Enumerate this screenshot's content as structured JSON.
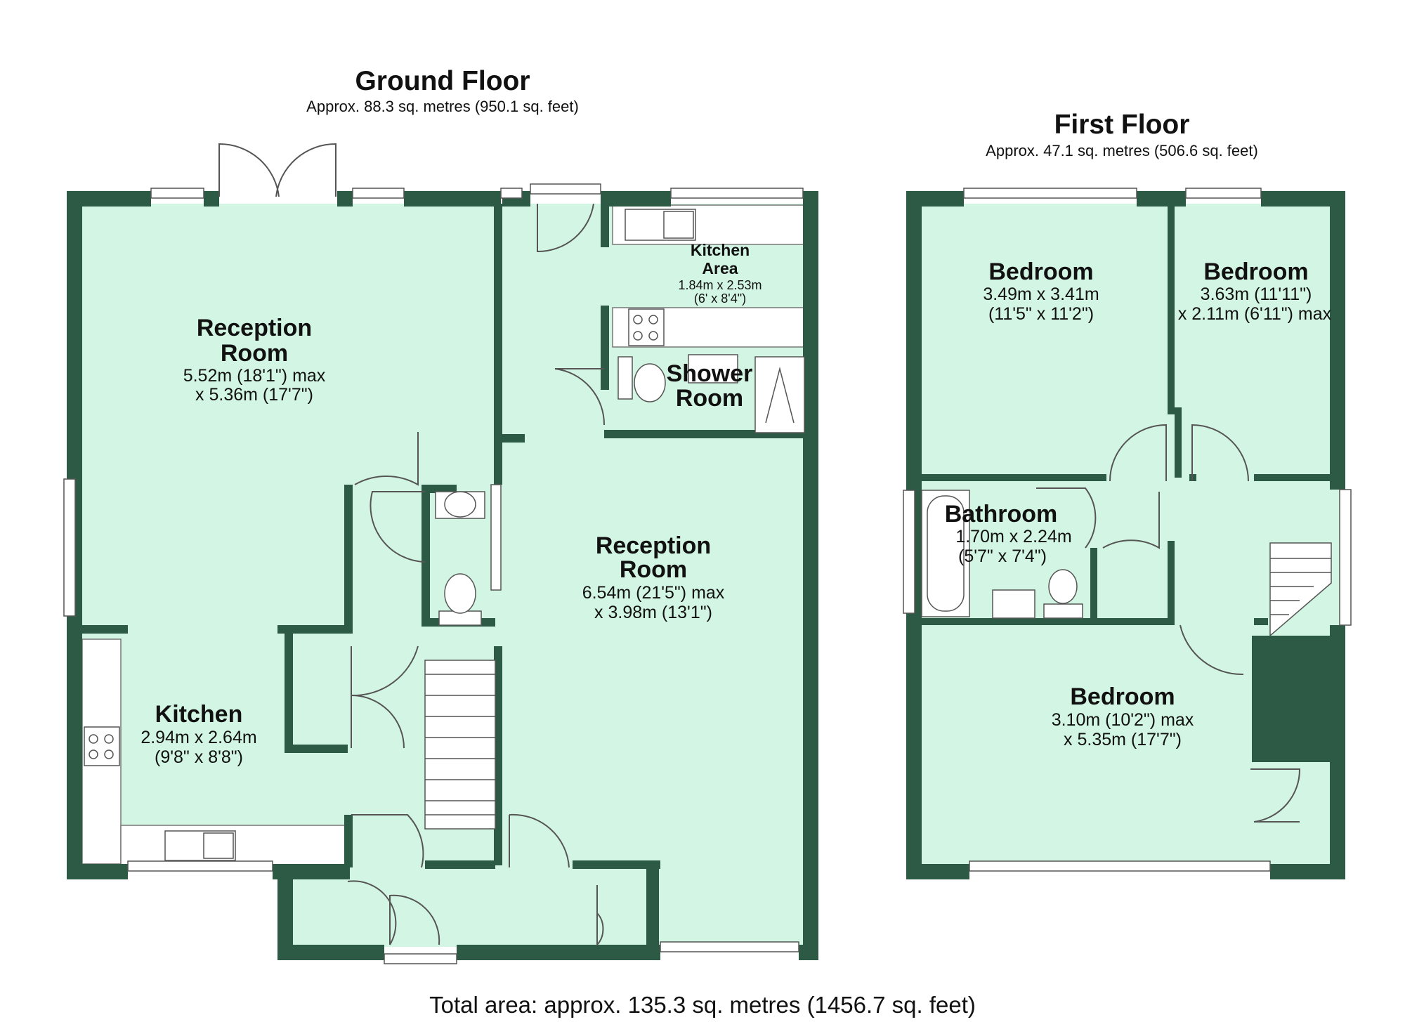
{
  "ground_floor": {
    "title": "Ground Floor",
    "area": "Approx. 88.3 sq. metres (950.1 sq. feet)",
    "rooms": {
      "reception_room_1": {
        "name_line1": "Reception",
        "name_line2": "Room",
        "dim_line1": "5.52m (18'1\") max",
        "dim_line2": "x 5.36m (17'7\")"
      },
      "kitchen_area": {
        "name_line1": "Kitchen",
        "name_line2": "Area",
        "dim_line1": "1.84m x 2.53m",
        "dim_line2": "(6' x 8'4\")"
      },
      "shower_room": {
        "name_line1": "Shower",
        "name_line2": "Room"
      },
      "reception_room_2": {
        "name_line1": "Reception",
        "name_line2": "Room",
        "dim_line1": "6.54m (21'5\") max",
        "dim_line2": "x 3.98m (13'1\")"
      },
      "kitchen": {
        "name": "Kitchen",
        "dim_line1": "2.94m x 2.64m",
        "dim_line2": "(9'8\" x 8'8\")"
      }
    }
  },
  "first_floor": {
    "title": "First Floor",
    "area": "Approx. 47.1 sq. metres (506.6 sq. feet)",
    "rooms": {
      "bedroom_1": {
        "name": "Bedroom",
        "dim_line1": "3.49m x 3.41m",
        "dim_line2": "(11'5\" x 11'2\")"
      },
      "bedroom_2": {
        "name": "Bedroom",
        "dim_line1": "3.63m (11'11\")",
        "dim_line2": "x 2.11m (6'11\") max"
      },
      "bathroom": {
        "name": "Bathroom",
        "dim_line1": "1.70m x 2.24m",
        "dim_line2": "(5'7\" x 7'4\")"
      },
      "bedroom_3": {
        "name": "Bedroom",
        "dim_line1": "3.10m (10'2\") max",
        "dim_line2": "x 5.35m (17'7\")"
      }
    }
  },
  "total_area": "Total area: approx. 135.3 sq. metres (1456.7 sq. feet)",
  "colors": {
    "wall": "#2d5a45",
    "floor": "#d3f5e3",
    "fixture_line": "#555555",
    "text": "#111111"
  }
}
